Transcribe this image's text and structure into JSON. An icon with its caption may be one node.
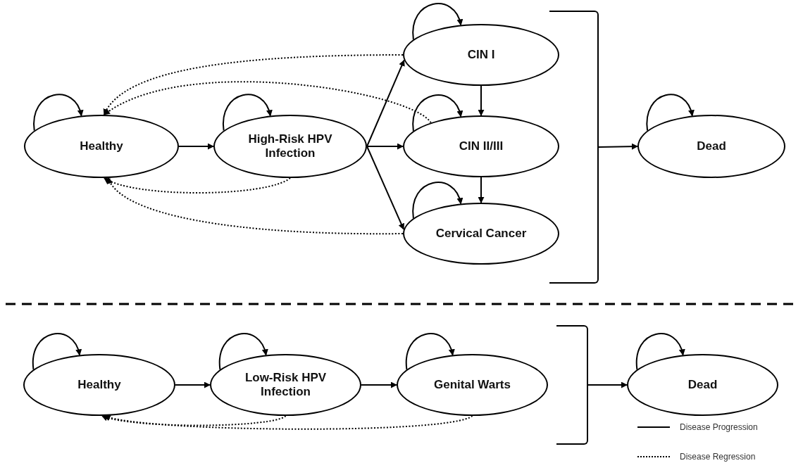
{
  "diagram": {
    "nodes": [
      {
        "text": [
          "Healthy"
        ]
      },
      {
        "text": [
          "High-Risk HPV Infection"
        ]
      },
      {
        "text": [
          "CIN I"
        ]
      },
      {
        "text": [
          "CIN II/III"
        ]
      },
      {
        "text": [
          "Cervical Cancer"
        ]
      },
      {
        "text": [],
        "shape": "bracket"
      },
      {
        "text": [
          "Dead"
        ]
      },
      {
        "text": [
          "Healthy"
        ]
      },
      {
        "text": [
          "Low-Risk HPV Infection"
        ]
      },
      {
        "text": [
          "Genital Warts"
        ]
      },
      {
        "text": [],
        "shape": "bracket"
      },
      {
        "text": [
          "Dead"
        ]
      }
    ],
    "edges": [
      {
        "from": 0,
        "to": 0,
        "arrow": "to"
      },
      {
        "from": 0,
        "to": 1,
        "arrow": "to"
      },
      {
        "from": 1,
        "to": 1,
        "arrow": "to"
      },
      {
        "from": 1,
        "to": 2,
        "arrow": "to"
      },
      {
        "from": 1,
        "to": 3,
        "arrow": "to"
      },
      {
        "from": 1,
        "to": 4,
        "arrow": "to"
      },
      {
        "from": 2,
        "to": 2,
        "arrow": "to"
      },
      {
        "from": 2,
        "to": 3,
        "arrow": "to"
      },
      {
        "from": 3,
        "to": 3,
        "arrow": "to"
      },
      {
        "from": 3,
        "to": 4,
        "arrow": "to"
      },
      {
        "from": 4,
        "to": 4,
        "arrow": "to"
      },
      {
        "from": 2,
        "to": 0,
        "arrow": "to",
        "style": "dashed"
      },
      {
        "from": 3,
        "to": 0,
        "arrow": "to",
        "style": "dashed"
      },
      {
        "from": 1,
        "to": 0,
        "arrow": "to",
        "style": "dashed"
      },
      {
        "from": 4,
        "to": 0,
        "arrow": "to",
        "style": "dashed"
      },
      {
        "from": 5,
        "to": 6,
        "arrow": "to"
      },
      {
        "from": 6,
        "to": 6,
        "arrow": "to"
      },
      {
        "from": 7,
        "to": 7,
        "arrow": "to"
      },
      {
        "from": 7,
        "to": 8,
        "arrow": "to"
      },
      {
        "from": 8,
        "to": 8,
        "arrow": "to"
      },
      {
        "from": 8,
        "to": 9,
        "arrow": "to"
      },
      {
        "from": 9,
        "to": 9,
        "arrow": "to"
      },
      {
        "from": 10,
        "to": 11,
        "arrow": "to"
      },
      {
        "from": 11,
        "to": 11,
        "arrow": "to"
      },
      {
        "from": 8,
        "to": 7,
        "arrow": "to",
        "style": "dashed"
      },
      {
        "from": 9,
        "to": 7,
        "arrow": "to",
        "style": "dashed"
      }
    ],
    "legend": [
      {
        "text": "Disease Progression"
      },
      {
        "text": "Disease Regression"
      }
    ]
  }
}
